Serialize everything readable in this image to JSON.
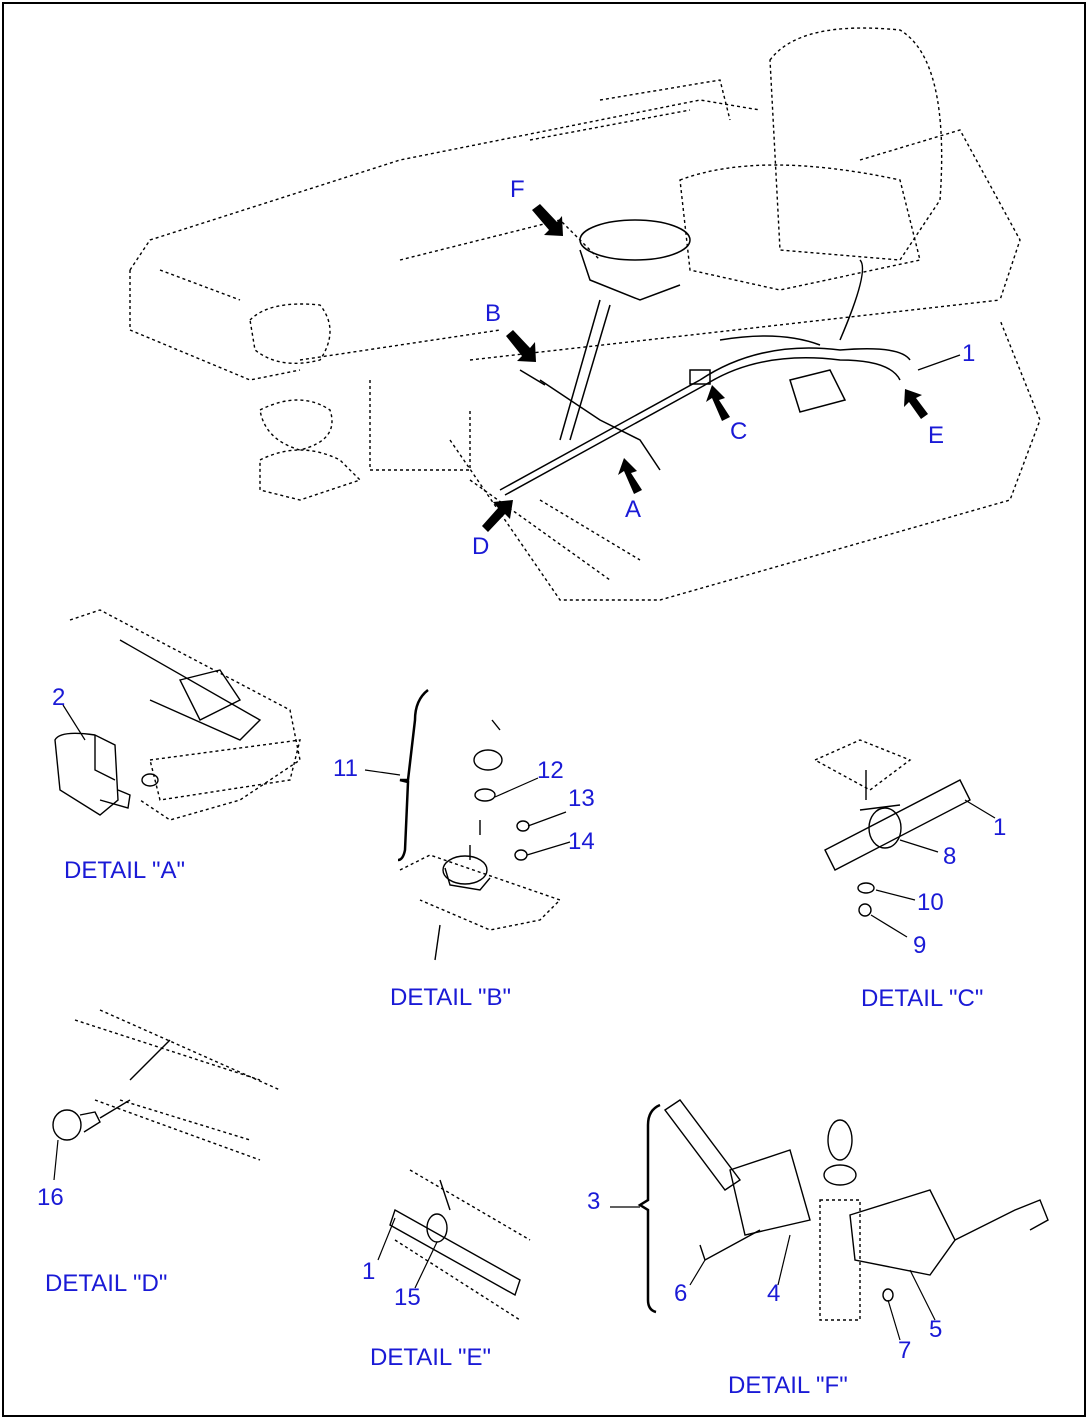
{
  "main_view": {
    "view_letters": [
      "F",
      "B",
      "C",
      "A",
      "D",
      "E"
    ],
    "part_number": "1"
  },
  "details": {
    "a": {
      "caption": "DETAIL \"A\"",
      "parts": [
        "2"
      ]
    },
    "b": {
      "caption": "DETAIL \"B\"",
      "parts": [
        "11",
        "12",
        "13",
        "14"
      ]
    },
    "c": {
      "caption": "DETAIL \"C\"",
      "parts": [
        "1",
        "8",
        "10",
        "9"
      ]
    },
    "d": {
      "caption": "DETAIL \"D\"",
      "parts": [
        "16"
      ]
    },
    "e": {
      "caption": "DETAIL \"E\"",
      "parts": [
        "1",
        "15"
      ]
    },
    "f": {
      "caption": "DETAIL \"F\"",
      "parts": [
        "3",
        "6",
        "4",
        "7",
        "5"
      ]
    }
  },
  "colors": {
    "label": "#1a1ad6",
    "line": "#000000",
    "background": "#ffffff"
  }
}
